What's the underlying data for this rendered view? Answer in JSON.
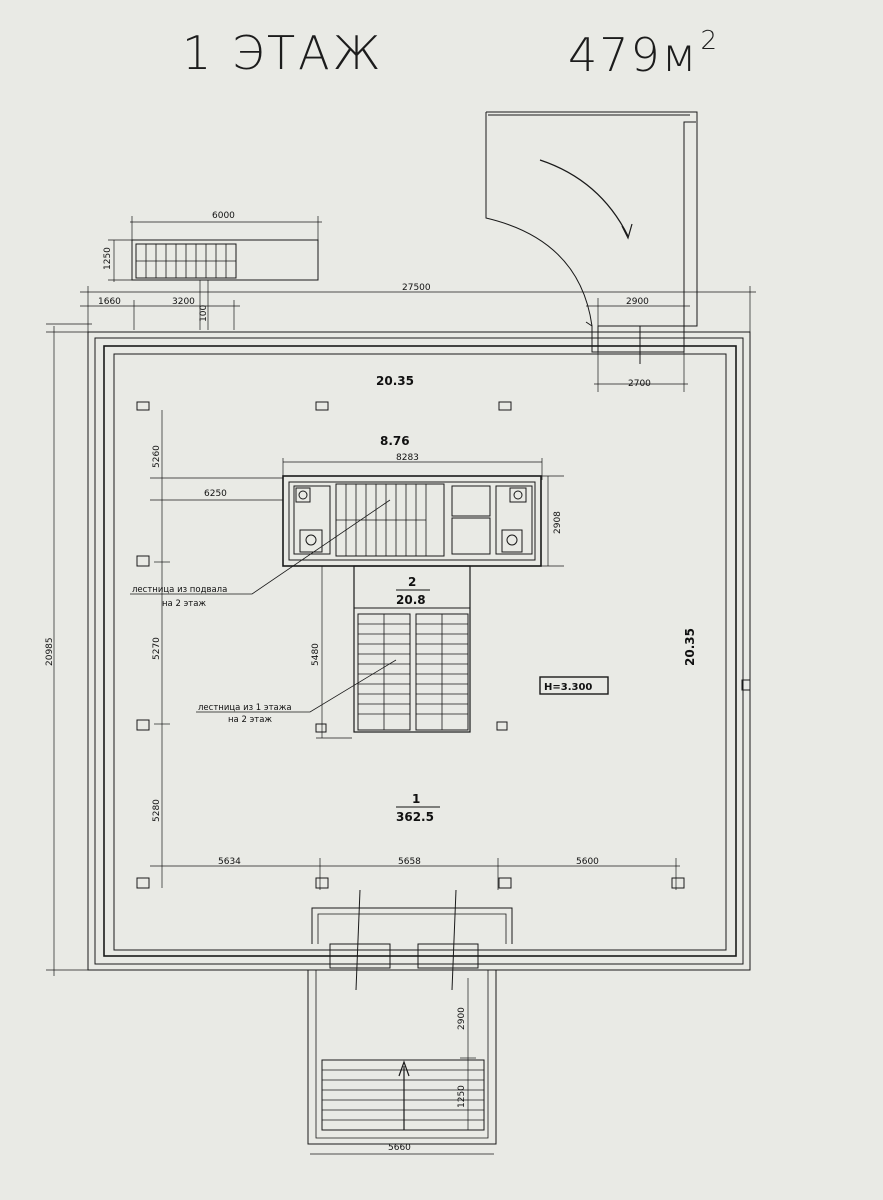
{
  "header": {
    "floor_title": "1 ЭТАЖ",
    "area_value": "479м",
    "area_superscript": "2"
  },
  "plan": {
    "rooms": {
      "top_wall_length": "20.35",
      "right_wall_length": "20.35",
      "core_top_length": "8.76",
      "stair_room_number": "2",
      "stair_room_area": "20.8",
      "main_room_number": "1",
      "main_room_area": "362.5",
      "height_mark": "Н=3.300"
    },
    "notes": {
      "basement_stair_line1": "лестница из подвала",
      "basement_stair_line2": "на 2 этаж",
      "first_floor_stair_line1": "лестница из 1 этажа",
      "first_floor_stair_line2": "на 2 этаж"
    },
    "dimensions": {
      "ext_stair_width": "6000",
      "ext_stair_depth": "1250",
      "overall_width": "27500",
      "left_offset_a": "1660",
      "left_offset_b": "3200",
      "left_offset_c": "100",
      "door_outer": "2900",
      "door_inner": "2700",
      "core_width": "8283",
      "core_left_offset": "6250",
      "core_depth": "2908",
      "overall_height": "20985",
      "col_span_top": "5260",
      "col_span_mid": "5270",
      "col_span_bottom": "5280",
      "inner_stair_height": "5480",
      "bottom_span_1": "5634",
      "bottom_span_2": "5658",
      "bottom_span_3": "5600",
      "porch_length": "2900",
      "porch_step": "1250",
      "porch_width": "5660"
    }
  }
}
